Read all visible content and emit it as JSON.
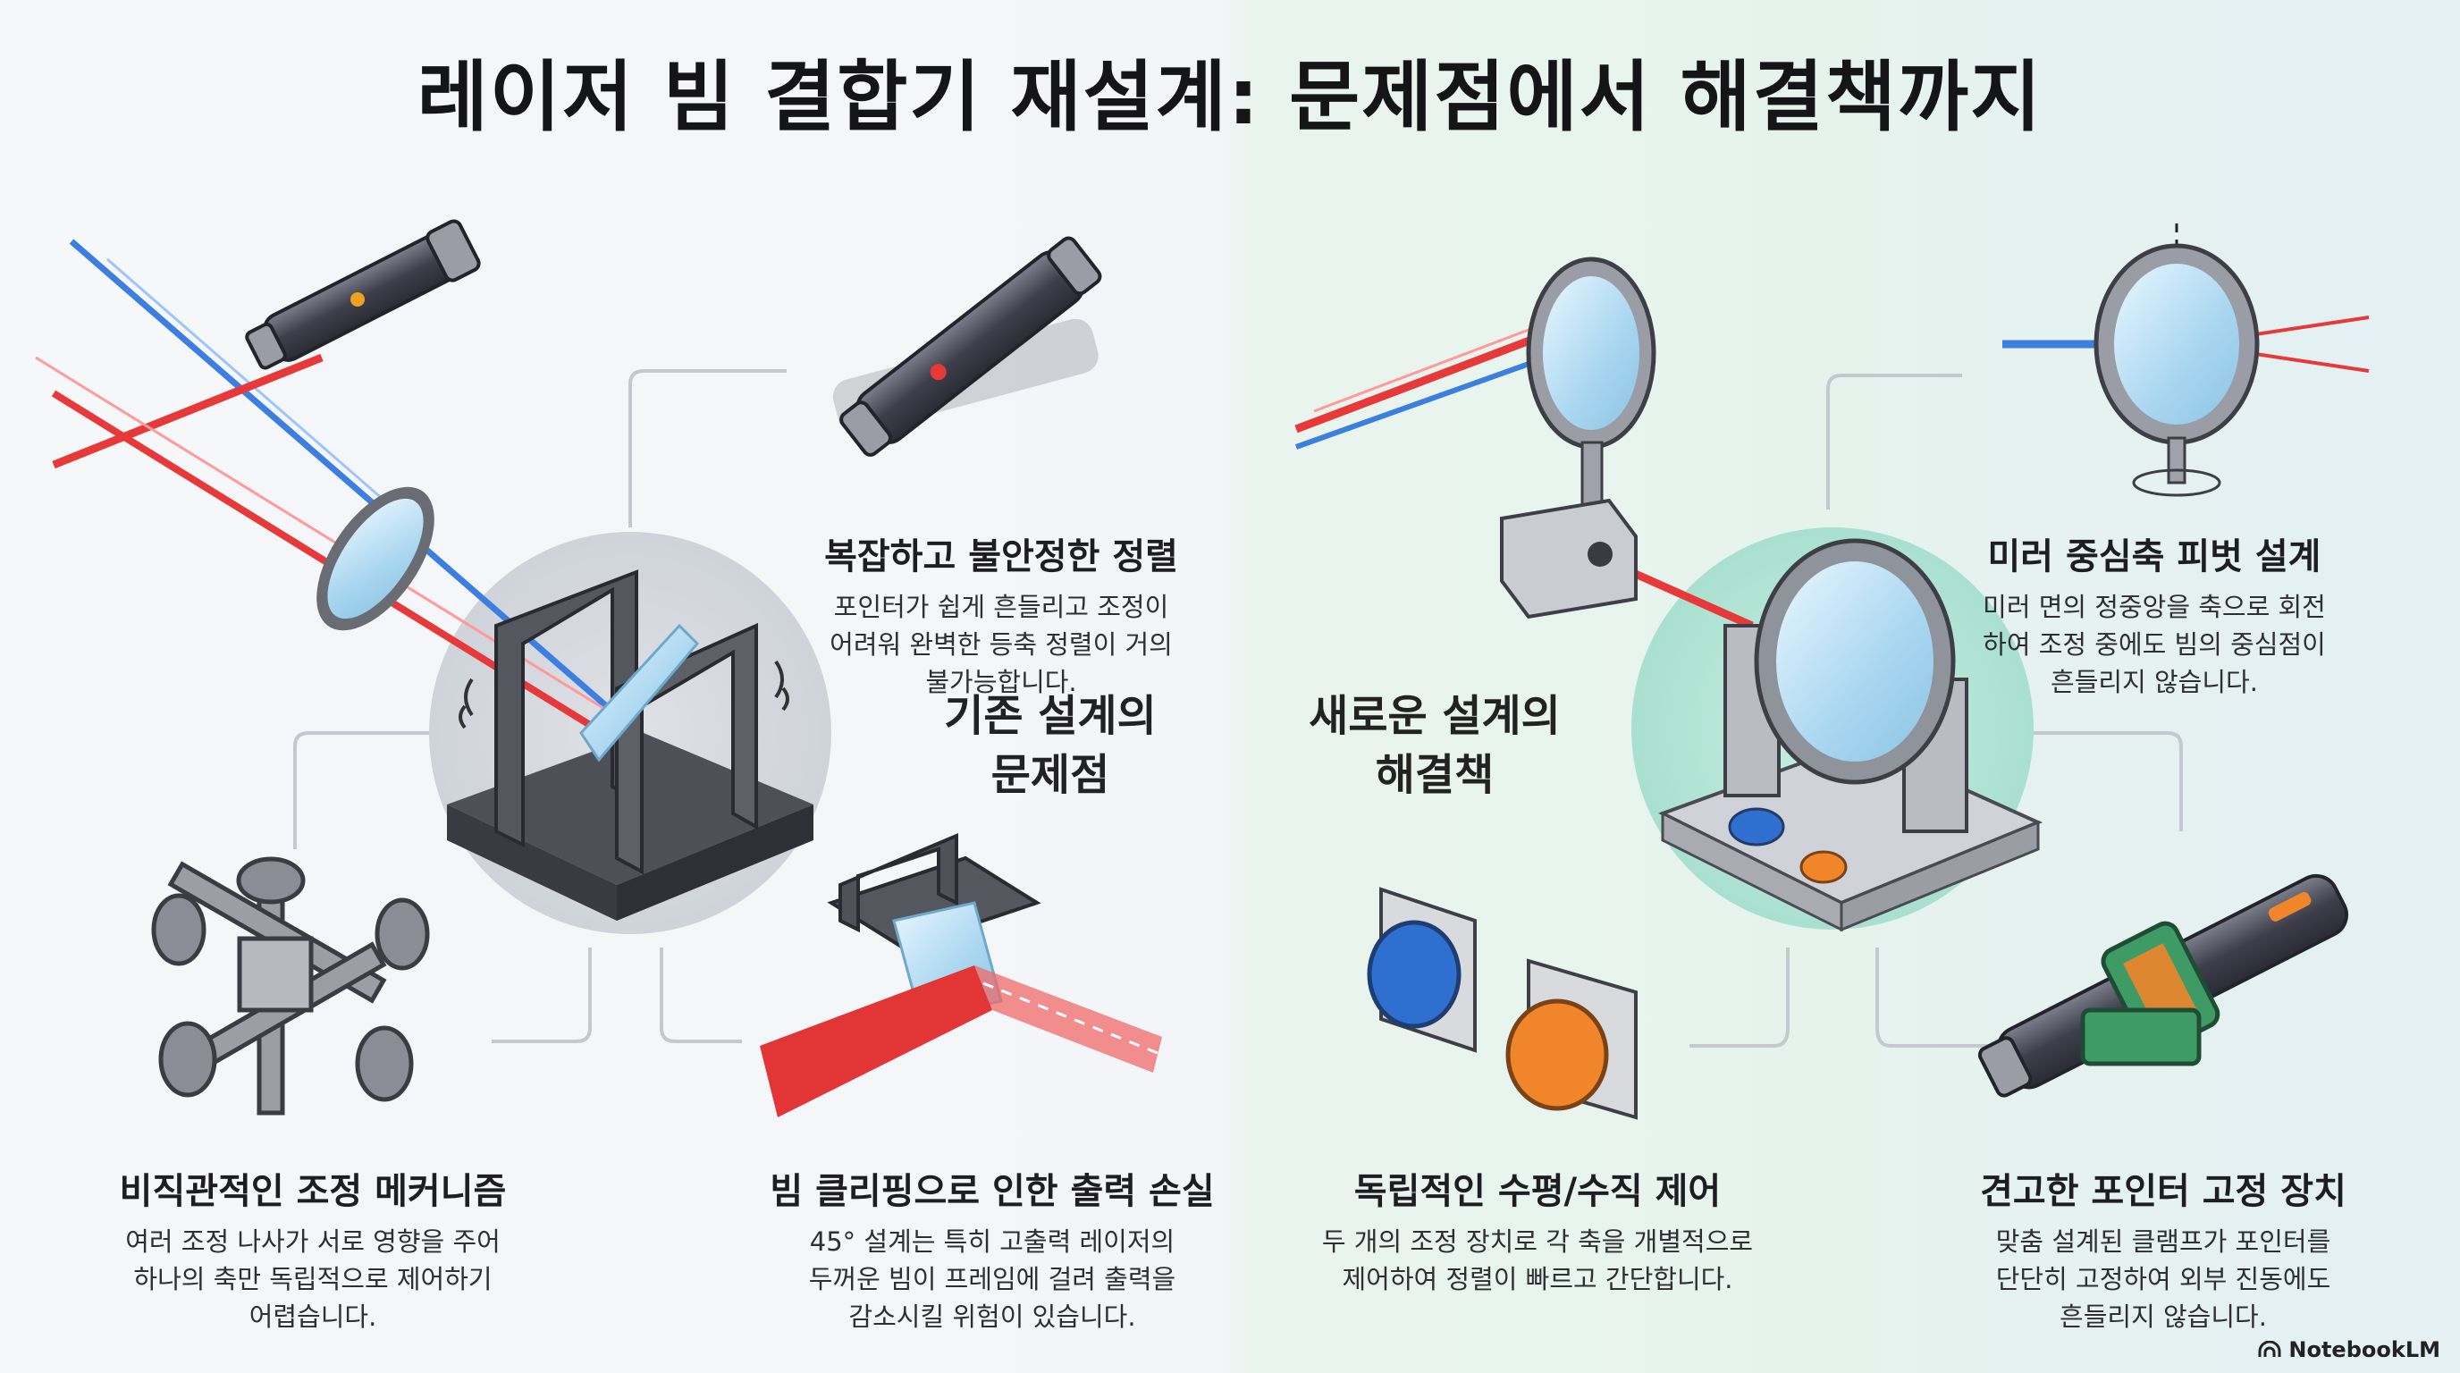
{
  "title": "레이저 빔 결합기 재설계: 문제점에서 해결책까지",
  "left": {
    "center_label": "기존 설계의\n문제점",
    "items": [
      {
        "heading": "복잡하고 불안정한 정렬",
        "desc": "포인터가 쉽게 흔들리고 조정이\n어려워 완벽한 등축 정렬이 거의\n불가능합니다.",
        "icon": "wobbling-pointer-icon"
      },
      {
        "heading": "비직관적인 조정 메커니즘",
        "desc": "여러 조정 나사가 서로 영향을 주어\n하나의 축만 독립적으로 제어하기\n어렵습니다.",
        "icon": "adjustment-screws-icon"
      },
      {
        "heading": "빔 클리핑으로 인한 출력 손실",
        "desc": "45° 설계는 특히 고출력 레이저의\n두꺼운 빔이 프레임에 걸려 출력을\n감소시킬 위험이 있습니다.",
        "icon": "beam-clipping-icon"
      }
    ]
  },
  "right": {
    "center_label": "새로운 설계의\n해결책",
    "items": [
      {
        "heading": "미러 중심축 피벗 설계",
        "desc": "미러 면의 정중앙을 축으로 회전\n하여 조정 중에도 빔의 중심점이\n흔들리지 않습니다.",
        "icon": "pivot-mirror-icon"
      },
      {
        "heading": "독립적인 수평/수직 제어",
        "desc": "두 개의 조정 장치로 각 축을 개별적으로\n제어하여 정렬이 빠르고 간단합니다.",
        "icon": "dual-knob-icon"
      },
      {
        "heading": "견고한 포인터 고정 장치",
        "desc": "맞춤 설계된 클램프가 포인터를\n단단히 고정하여 외부 진동에도\n흔들리지 않습니다.",
        "icon": "pointer-clamp-icon"
      }
    ]
  },
  "brand": "NotebookLM",
  "colors": {
    "red_beam": "#e8393a",
    "blue_beam": "#3d7fe0",
    "metal": "#5a5c63",
    "teal_accent": "#b8e6d8",
    "orange_knob": "#f0852a",
    "blue_knob": "#2f6fd0",
    "green_clamp": "#3f9b66"
  }
}
